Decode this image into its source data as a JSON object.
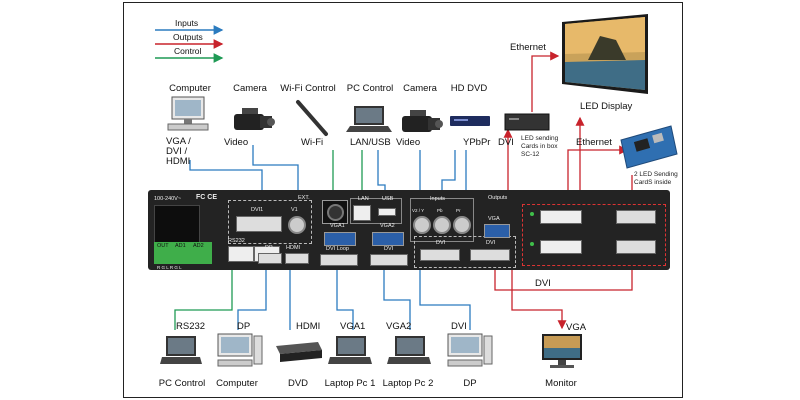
{
  "legend": {
    "inputs": "Inputs",
    "outputs": "Outputs",
    "control": "Control",
    "colors": {
      "inputs": "#2b7bbf",
      "outputs": "#c8232c",
      "control": "#1f9a55"
    }
  },
  "top_sources": {
    "computer": "Computer",
    "computer_ports": [
      "VGA /",
      "DVI /",
      "HDMI"
    ],
    "camera1": "Camera",
    "camera1_port": "Video",
    "wifi_control": "Wi-Fi Control",
    "wifi_port": "Wi-Fi",
    "pc_control": "PC Control",
    "pc_control_port": "LAN/USB",
    "camera2": "Camera",
    "camera2_port": "Video",
    "hd_dvd": "HD DVD",
    "hd_dvd_port": "YPbPr"
  },
  "outputs_side": {
    "ethernet_top": "Ethernet",
    "led_display": "LED Display",
    "dvi_label": "DVI",
    "sending_box": [
      "LED sending",
      "Cards in box",
      "SC-12"
    ],
    "ethernet_right": "Ethernet",
    "sending_cards": [
      "2 LED Sending",
      "CardS inside"
    ],
    "dvi_bottom": "DVI",
    "vga": "VGA",
    "monitor": "Monitor"
  },
  "panel": {
    "power": "100-240V~",
    "ext": "EXT.",
    "dvi1": "DVI1",
    "v1": "V1",
    "rs232": "RS232",
    "dp": "DP",
    "hdmi": "HDMI",
    "vga1": "VGA1",
    "vga2": "VGA2",
    "dvi_loop": "DVI Loop",
    "dvi": "DVI",
    "lan": "LAN",
    "usb": "USB",
    "inputs": "Inputs",
    "outputs": "Outputs",
    "vga_out": "VGA",
    "v2y": "V2 / Y",
    "pb": "Pb",
    "pr": "Pr",
    "out": "OUT",
    "ad1": "AD1",
    "ad2": "AD2",
    "terminals": "R G L R G L",
    "dvi_out1": "DVI",
    "dvi_out2": "DVI"
  },
  "bottom_sources": {
    "rs232": "RS232",
    "pc_control": "PC Control",
    "dp": "DP",
    "computer": "Computer",
    "hdmi": "HDMI",
    "dvd": "DVD",
    "vga1": "VGA1",
    "laptop1": "Laptop Pc 1",
    "vga2": "VGA2",
    "laptop2": "Laptop Pc 2",
    "dvi": "DVI",
    "dp_device": "DP"
  }
}
